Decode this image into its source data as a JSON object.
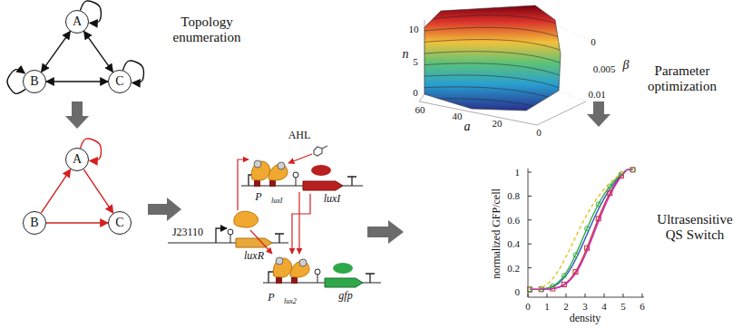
{
  "diagram": {
    "nodes": [
      {
        "text": [
          "A"
        ]
      },
      {
        "text": [
          "B"
        ]
      },
      {
        "text": [
          "C"
        ]
      },
      {
        "text": [
          "A"
        ]
      },
      {
        "text": [
          "B"
        ]
      },
      {
        "text": [
          "C"
        ]
      }
    ],
    "edges": [
      {
        "from": 0,
        "to": 0,
        "arrow": "to"
      },
      {
        "from": 1,
        "to": 1,
        "arrow": "to"
      },
      {
        "from": 2,
        "to": 2,
        "arrow": "to"
      },
      {
        "from": 0,
        "to": 1,
        "arrow": "both"
      },
      {
        "from": 0,
        "to": 2,
        "arrow": "both"
      },
      {
        "from": 1,
        "to": 2,
        "arrow": "both"
      },
      {
        "from": 3,
        "to": 3,
        "arrow": "to"
      },
      {
        "from": 4,
        "to": 3,
        "arrow": "to"
      },
      {
        "from": 3,
        "to": 5,
        "arrow": "to"
      },
      {
        "from": 4,
        "to": 5,
        "arrow": "to"
      }
    ],
    "labels": [
      "Topology enumeration",
      "AHL",
      "P",
      "luxI",
      "luxI",
      "J23110",
      "luxR",
      "P",
      "lux2",
      "gfp",
      "Parameter optimization",
      "n",
      "10",
      "5",
      "0",
      "a",
      "60",
      "40",
      "20",
      "0",
      "β",
      "0",
      "0.005",
      "0.01",
      "Ultrasensitive QS Switch",
      "normalized GFP/cell",
      "1",
      "0.8",
      "0.6",
      "0.4",
      "0.2",
      "0",
      "density",
      "0",
      "1",
      "2",
      "3",
      "4",
      "5",
      "6"
    ]
  }
}
